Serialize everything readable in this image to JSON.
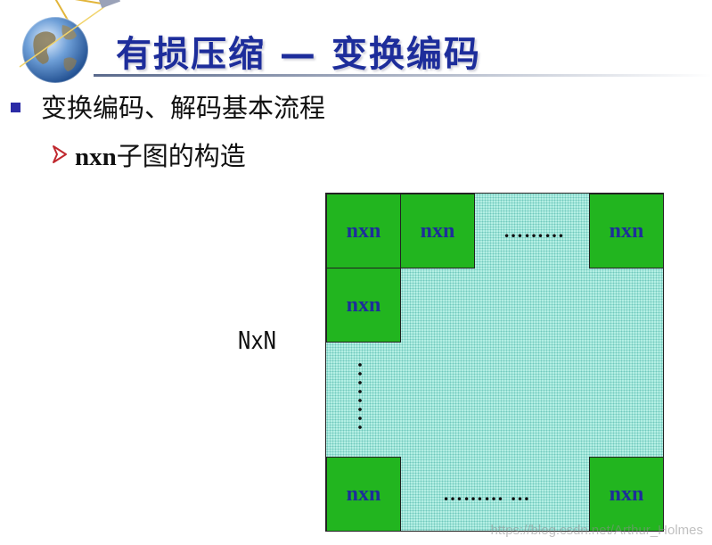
{
  "slide": {
    "title": "有损压缩 — 变换编码",
    "bullet": "变换编码、解码基本流程",
    "sub_bullet_latin": "nxn",
    "sub_bullet_cjk": "子图的构造"
  },
  "diagram": {
    "outer_label": "NxN",
    "block_label": "nxn",
    "top_ellipsis": "………",
    "bottom_ellipsis": "……… …"
  },
  "watermark": "https://blog.csdn.net/Arthur_Holmes",
  "colors": {
    "title": "#1d2d9b",
    "block_fill": "#22b51f",
    "block_text": "#1d2d9b",
    "matrix_fill": "#b4efe4",
    "bullet": "#2b2ba6"
  },
  "icons": [
    "globe-satellite-logo",
    "arrow-bullet-icon",
    "square-bullet-icon"
  ]
}
